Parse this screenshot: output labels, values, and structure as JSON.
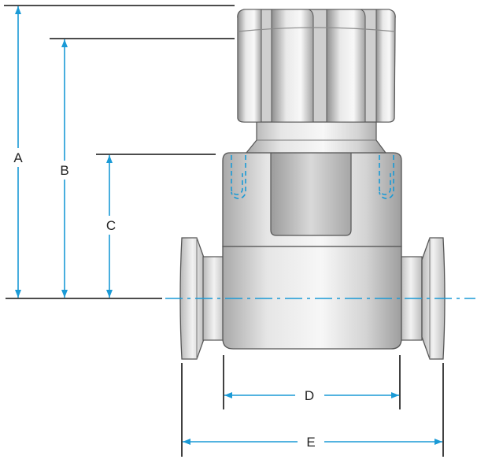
{
  "dimensions": {
    "a": "A",
    "b": "B",
    "c": "C",
    "d": "D",
    "e": "E"
  },
  "colors": {
    "dimension_blue": "#1a9ad6",
    "extension_line": "#111111",
    "metal_light": "#f2f2f2",
    "metal_mid": "#cfcfcf",
    "metal_dark": "#9a9a9a",
    "outline": "#444444"
  }
}
